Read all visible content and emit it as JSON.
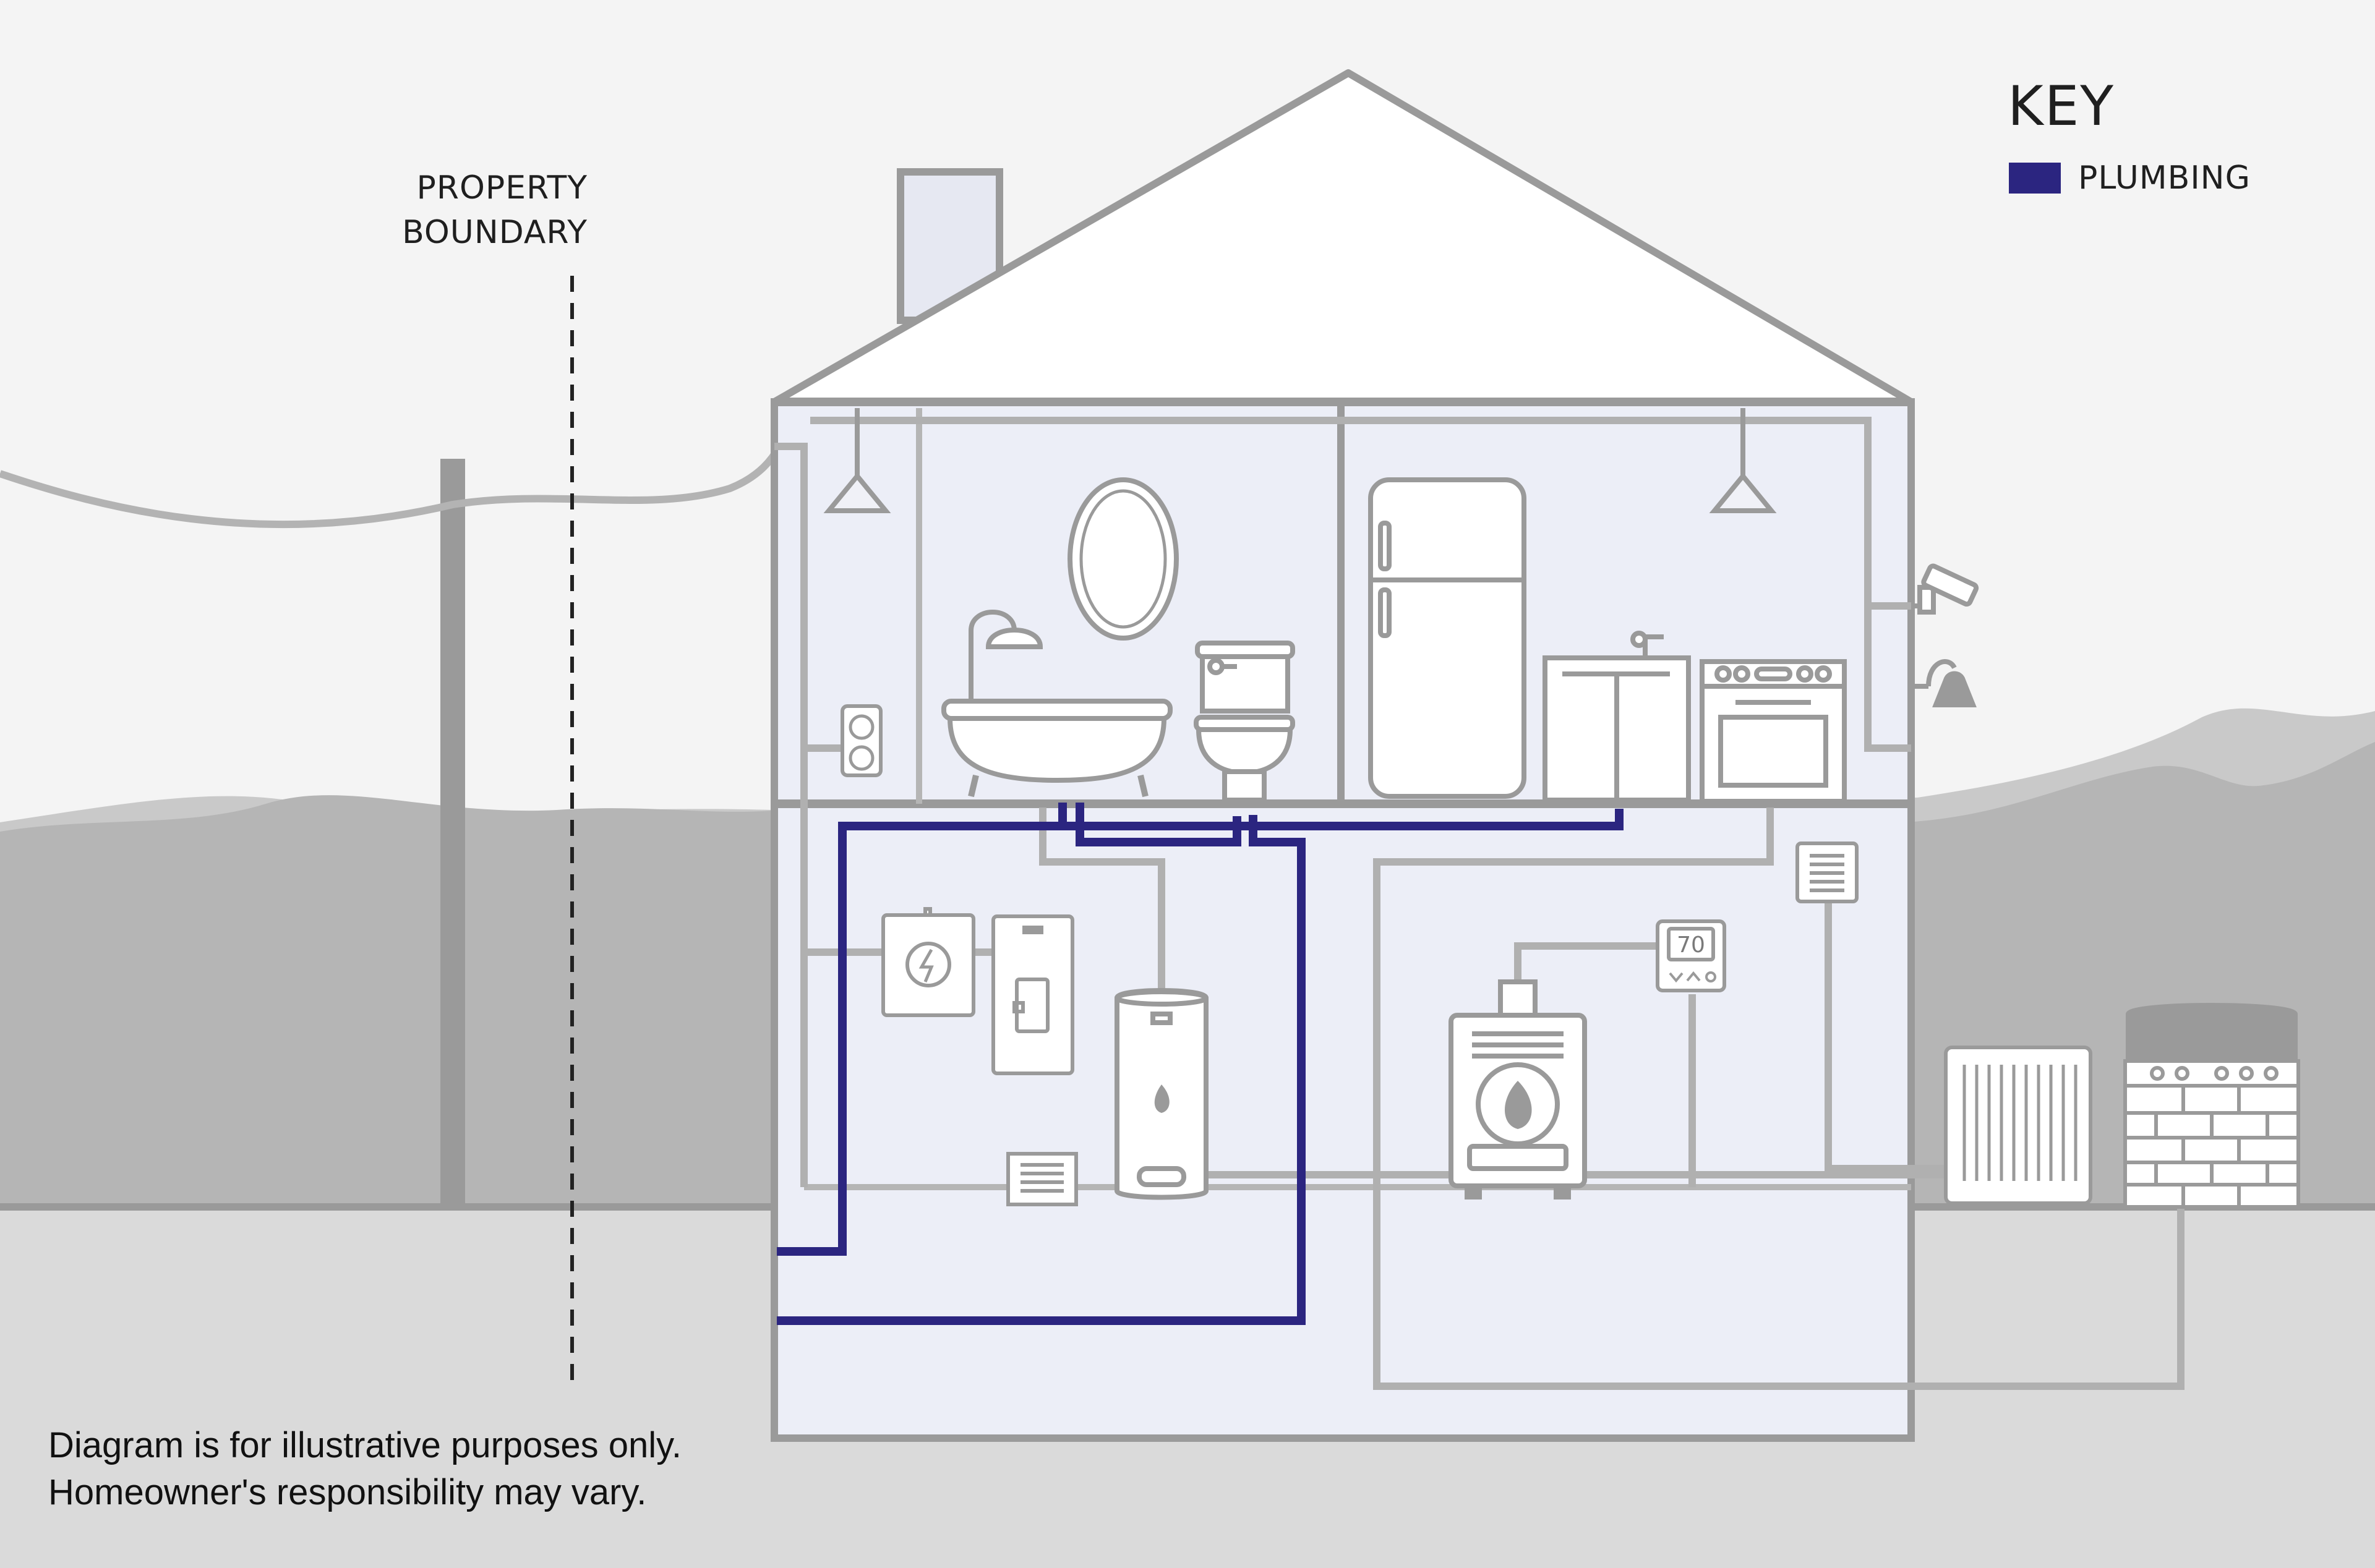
{
  "labels": {
    "property_boundary_line1": "PROPERTY",
    "property_boundary_line2": "BOUNDARY",
    "thermostat_reading": "70",
    "disclaimer_line1": "Diagram is for illustrative purposes only.",
    "disclaimer_line2": "Homeowner's responsibility may vary."
  },
  "key": {
    "title": "KEY",
    "items": [
      {
        "label": "PLUMBING",
        "color": "#2b2580"
      }
    ]
  },
  "colors": {
    "sky": "#f4f4f4",
    "hills_back": "#c9c9c9",
    "hills_front": "#b5b5b5",
    "ground": "#dadada",
    "house_interior": "#eceef7",
    "structure": "#9a9a9a",
    "plumbing": "#2b2580"
  },
  "icons": [
    "utility-pole-icon",
    "power-line-icon",
    "chimney-icon",
    "ceiling-light-icon",
    "electrical-outlet-icon",
    "bathtub-icon",
    "mirror-icon",
    "toilet-icon",
    "refrigerator-icon",
    "kitchen-sink-icon",
    "oven-range-icon",
    "security-camera-icon",
    "doorbell-icon",
    "ev-charger-icon",
    "electrical-panel-icon",
    "water-heater-icon",
    "floor-vent-icon",
    "furnace-icon",
    "thermostat-icon",
    "wall-vent-icon",
    "ac-unit-icon",
    "outdoor-grill-icon"
  ]
}
